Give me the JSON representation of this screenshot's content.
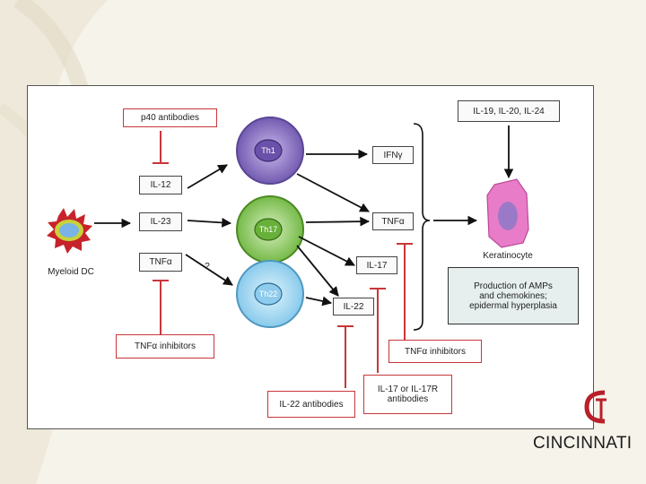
{
  "colors": {
    "inhibitor_red": "#c8363a",
    "th1": "#7a62b8",
    "th17": "#7cc049",
    "th22": "#8fd0ee",
    "keratinocyte": "#e97cc8"
  },
  "diagram": {
    "inhibitors": {
      "p40": "p40 antibodies",
      "tnf_left": "TNFα inhibitors",
      "tnf_right": "TNFα inhibitors",
      "il22": "IL-22 antibodies",
      "il17_line1": "IL-17 or IL-17R",
      "il17_line2": "antibodies"
    },
    "cytokines_left": {
      "il12": "IL-12",
      "il23": "IL-23",
      "tnfa": "TNFα"
    },
    "cells": {
      "myeloid": "Myeloid DC",
      "th1": "Th1",
      "th17": "Th17",
      "th22": "Th22",
      "keratinocyte": "Keratinocyte"
    },
    "question": "?",
    "cytokines_right": {
      "ifng": "IFNγ",
      "tnfa": "TNFα",
      "il17": "IL-17",
      "il22": "IL-22"
    },
    "top_right": "IL-19, IL-20, IL-24",
    "outcome": {
      "line1": "Production of AMPs",
      "line2": "and chemokines;",
      "line3": "epidermal hyperplasia"
    }
  },
  "logo": {
    "text": "CINCINNATI"
  }
}
